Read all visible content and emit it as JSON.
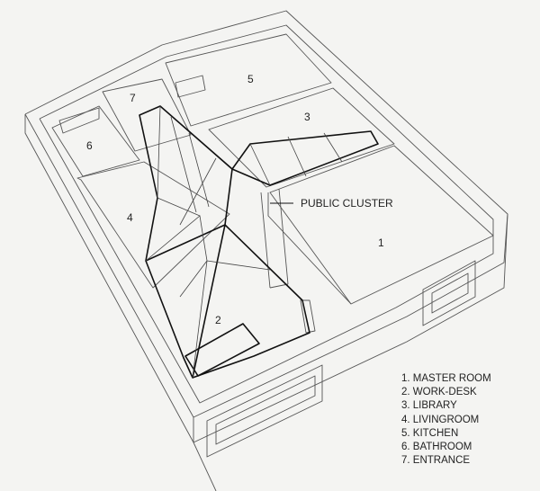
{
  "diagram": {
    "callout": "PUBLIC CLUSTER",
    "room_numbers": [
      "1",
      "2",
      "3",
      "4",
      "5",
      "6",
      "7"
    ],
    "legend": [
      "1. MASTER ROOM",
      "2. WORK-DESK",
      "3. LIBRARY",
      "4. LIVINGROOM",
      "5. KITCHEN",
      "6. BATHROOM",
      "7. ENTRANCE"
    ]
  }
}
